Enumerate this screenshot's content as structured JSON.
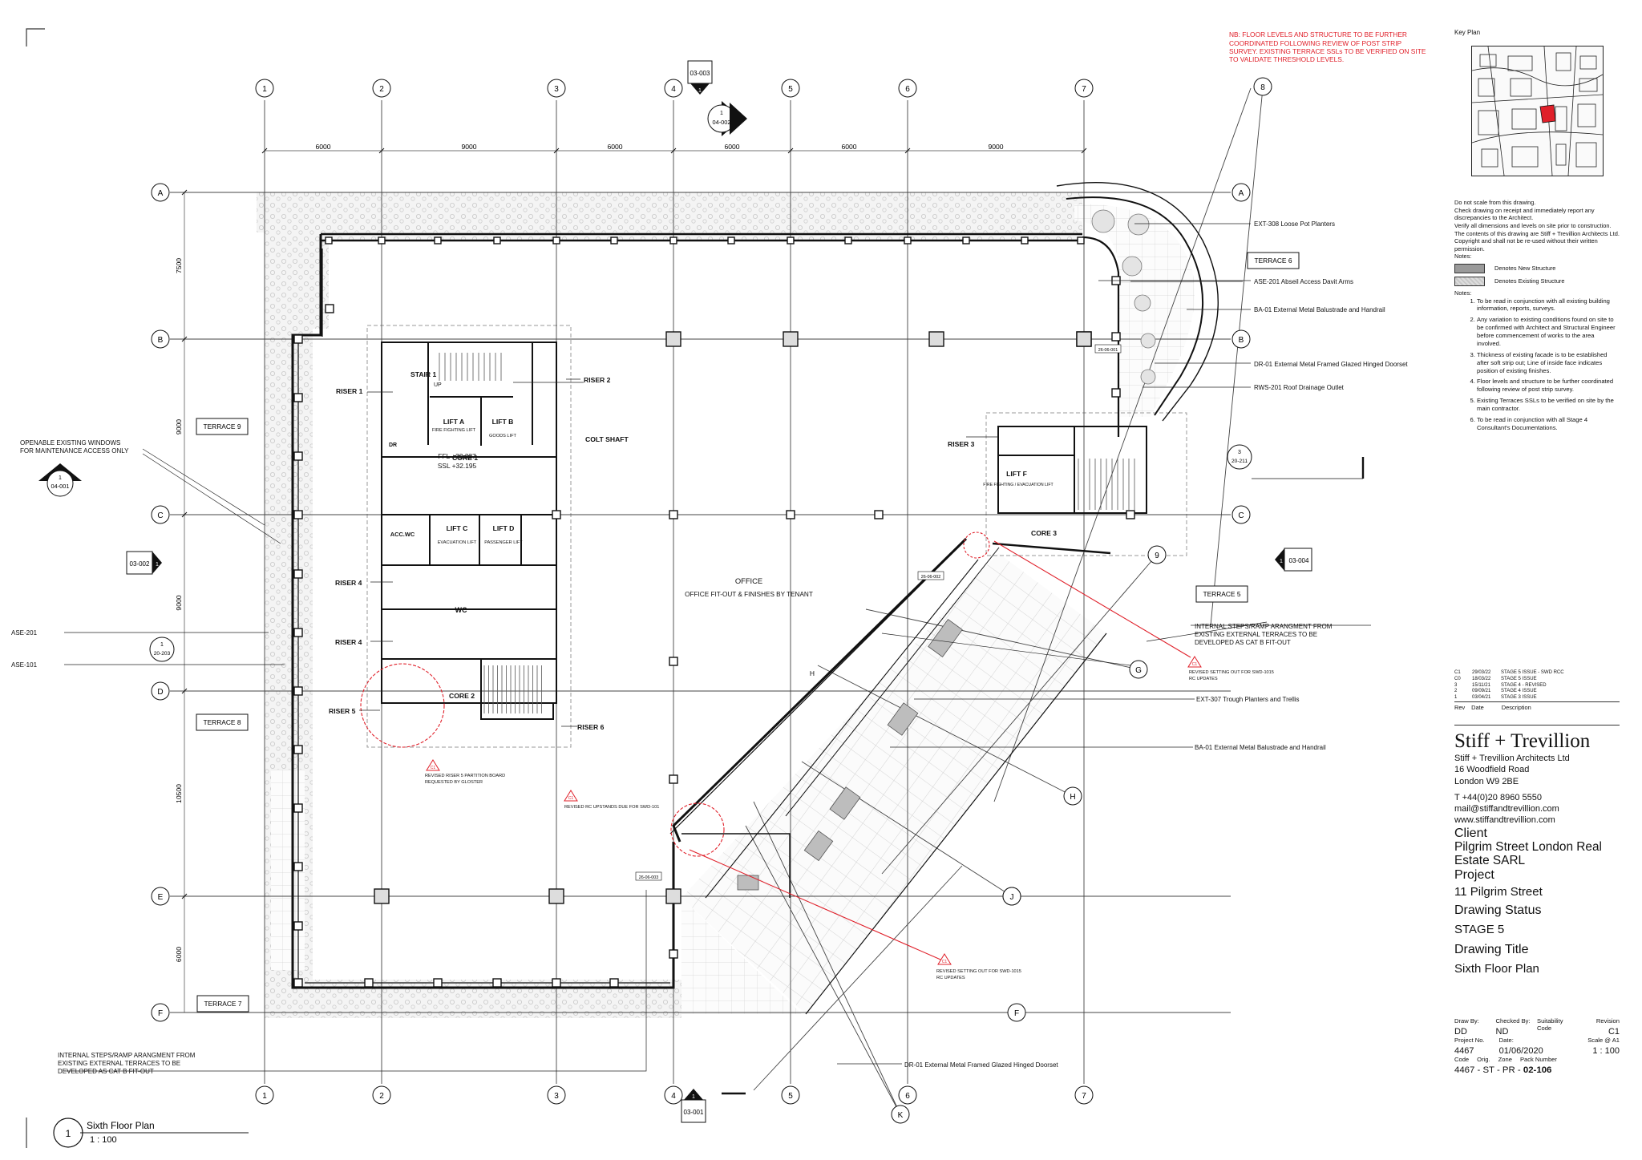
{
  "note_red": [
    "NB: FLOOR LEVELS AND STRUCTURE TO BE FURTHER",
    "COORDINATED FOLLOWING REVIEW OF POST STRIP",
    "SURVEY. EXISTING TERRACE SSLs TO BE VERIFIED ON SITE",
    "TO VALIDATE THRESHOLD LEVELS."
  ],
  "grid_v": [
    "1",
    "2",
    "3",
    "4",
    "5",
    "6",
    "7"
  ],
  "grid_h": [
    "A",
    "B",
    "C",
    "D",
    "E",
    "F"
  ],
  "grid_diag": [
    "8",
    "9",
    "G",
    "H",
    "J",
    "K"
  ],
  "dims_h": [
    "6000",
    "9000",
    "6000",
    "6000",
    "6000",
    "9000"
  ],
  "dims_v": [
    "7500",
    "9000",
    "9000",
    "10500",
    "6000"
  ],
  "rooms": {
    "stair1": "STAIR 1",
    "up": "UP",
    "lift_a": "LIFT A",
    "lift_a_sub": "FIRE FIGHTING LIFT",
    "lift_b": "LIFT B",
    "lift_b_sub": "GOODS LIFT",
    "lift_c": "LIFT C",
    "lift_c_sub": "EVACUATION LIFT",
    "lift_d": "LIFT D",
    "lift_d_sub": "PASSENGER LIFT",
    "lift_f": "LIFT F",
    "lift_f_sub": "FIRE FIGHTING / EVACUATION LIFT",
    "core1": "CORE 1",
    "core2": "CORE 2",
    "core3": "CORE 3",
    "wc": "WC",
    "acc_wc": "ACC.WC",
    "dr": "DR",
    "ffl": "FFL +32.327",
    "ssl": "SSL +32.195",
    "office": "OFFICE",
    "office_sub": "OFFICE FIT-OUT & FINISHES BY TENANT"
  },
  "risers": {
    "r1": "RISER 1",
    "r2": "RISER 2",
    "r3": "RISER 3",
    "r4a": "RISER 4",
    "r4b": "RISER 4",
    "r5": "RISER 5",
    "r6": "RISER 6",
    "colt": "COLT SHAFT"
  },
  "terraces": {
    "t5": "TERRACE 5",
    "t6": "TERRACE 6",
    "t7": "TERRACE 7",
    "t8": "TERRACE 8",
    "t9": "TERRACE 9"
  },
  "callouts": {
    "ext308": "EXT-308 Loose Pot Planters",
    "ase201_arms": "ASE-201 Abseil Access Davit Arms",
    "ba01a": "BA-01      External Metal Balustrade and Handrail",
    "dr01a": "DR-01      External Metal Framed Glazed Hinged Doorset",
    "rws201": "RWS-201 Roof Drainage Outlet",
    "internal_right": [
      "INTERNAL STEPS/RAMP ARANGMENT FROM",
      "EXISTING EXTERNAL TERRACES TO BE",
      "DEVELOPED AS CAT B FIT-OUT"
    ],
    "ext307": "EXT-307 Trough Planters and Trellis",
    "ba01b": "BA-01      External Metal Balustrade and Handrail",
    "dr01b": "DR-01      External Metal Framed Glazed Hinged Doorset",
    "openable": [
      "OPENABLE EXISTING WINDOWS",
      "FOR MAINTENANCE ACCESS ONLY"
    ],
    "ase201": "ASE-201",
    "ase101": "ASE-101",
    "internal_left": [
      "INTERNAL STEPS/RAMP ARANGMENT FROM",
      "EXISTING EXTERNAL TERRACES TO BE",
      "DEVELOPED AS CAT B FIT-OUT"
    ],
    "h": "H"
  },
  "sections": {
    "s1": "03-003",
    "s1n": "1",
    "s2": "04-002",
    "s2n": "1",
    "s3": "04-001",
    "s3n": "1",
    "s4": "03-002",
    "s4n": "1",
    "s5": "03-004",
    "s5n": "1",
    "s6": "03-001",
    "s6n": "1",
    "s7": "20-211",
    "s7n": "3",
    "s8": "20-203",
    "s8n": "1"
  },
  "small_refs": {
    "a": "26-06-001",
    "b": "26-06-002",
    "c": "26-06-003"
  },
  "revclouds": {
    "c1a": [
      "REVISED SETTING OUT FOR SWD-1015",
      "RC UPDATES"
    ],
    "c1b": [
      "REVISED RISER 5 PARTITION BOARD",
      "REQUESTED BY GLOSTER"
    ],
    "c1c": [
      "REVISED RC UPSTANDS DUE FOR SWD-101"
    ],
    "c1d": [
      "REVISED SETTING OUT FOR SWD-1015",
      "RC UPDATES"
    ],
    "tag": "C1"
  },
  "plan_title": {
    "num": "1",
    "title": "Sixth Floor Plan",
    "scale": "1 : 100"
  },
  "titleblock": {
    "key_plan": "Key Plan",
    "disclaimer": [
      "Do not scale from this drawing.",
      "Check drawing on receipt and immediately report any discrepancies to the Architect.",
      "Verify all dimensions and levels on site prior to construction.",
      "The contents of this drawing are Stiff + Trevillion Architects Ltd. Copyright and shall not be re-used without their written permission."
    ],
    "notes1": "Notes:",
    "legend": [
      {
        "label": "Denotes New Structure",
        "kind": "new"
      },
      {
        "label": "Denotes Existing Structure",
        "kind": "existing"
      }
    ],
    "notes2": "Notes:",
    "notes": [
      "To be read in conjunction with all existing building information, reports, surveys.",
      "Any variation to existing conditions found on site to be confirmed with Architect and Structural Engineer before commencement of works to the area involved.",
      "Thickness of existing facade is to be established after soft strip out; Line of inside face indicates position of existing finishes.",
      "Floor levels and structure to be further coordinated following review of post strip survey.",
      "Existing Terraces SSLs to be verified on site by the main contractor.",
      "To be read in conjunction with all Stage 4 Consultant's Documentations."
    ],
    "revisions": [
      {
        "rev": "C1",
        "date": "29/03/22",
        "desc": "STAGE 5 ISSUE - SWD RCC"
      },
      {
        "rev": "C0",
        "date": "18/03/22",
        "desc": "STAGE 5 ISSUE"
      },
      {
        "rev": "3",
        "date": "15/11/21",
        "desc": "STAGE 4 - REVISED"
      },
      {
        "rev": "2",
        "date": "09/09/21",
        "desc": "STAGE 4 ISSUE"
      },
      {
        "rev": "1",
        "date": "03/04/21",
        "desc": "STAGE 3 ISSUE"
      }
    ],
    "rev_head": {
      "rev": "Rev",
      "date": "Date",
      "desc": "Description"
    },
    "firm": "Stiff + Trevillion",
    "address": [
      "Stiff + Trevillion Architects Ltd",
      "16 Woodfield Road",
      "London W9 2BE"
    ],
    "contact": [
      "T +44(0)20 8960 5550",
      "mail@stiffandtrevillion.com",
      "www.stiffandtrevillion.com"
    ],
    "client_lbl": "Client",
    "client": "Pilgrim Street London Real Estate SARL",
    "project_lbl": "Project",
    "project": "11 Pilgrim Street",
    "status_lbl": "Drawing Status",
    "status": "STAGE 5",
    "title_lbl": "Drawing Title",
    "title": "Sixth Floor Plan",
    "drawn_by_lbl": "Draw By:",
    "drawn_by": "DD",
    "checked_lbl": "Checked By:",
    "checked": "ND",
    "suit_lbl": "Suitability Code",
    "suit": "",
    "revision_lbl": "Revision",
    "revision": "C1",
    "projno_lbl": "Project No.",
    "projno": "4467",
    "date_lbl": "Date:",
    "date": "01/06/2020",
    "scale_lbl": "Scale @ A1",
    "scale": "1 : 100",
    "code_lbl": "Code",
    "orig_lbl": "Orig.",
    "zone_lbl": "Zone",
    "pack_lbl": "Pack Number",
    "number_prefix": "4467 - ST - PR - ",
    "number": "02-106"
  },
  "colors": {
    "red": "#e0202a",
    "line": "#1a1a1a",
    "grid": "#444",
    "hatch": "#bdbdbd",
    "new": "#9a9a9a"
  }
}
